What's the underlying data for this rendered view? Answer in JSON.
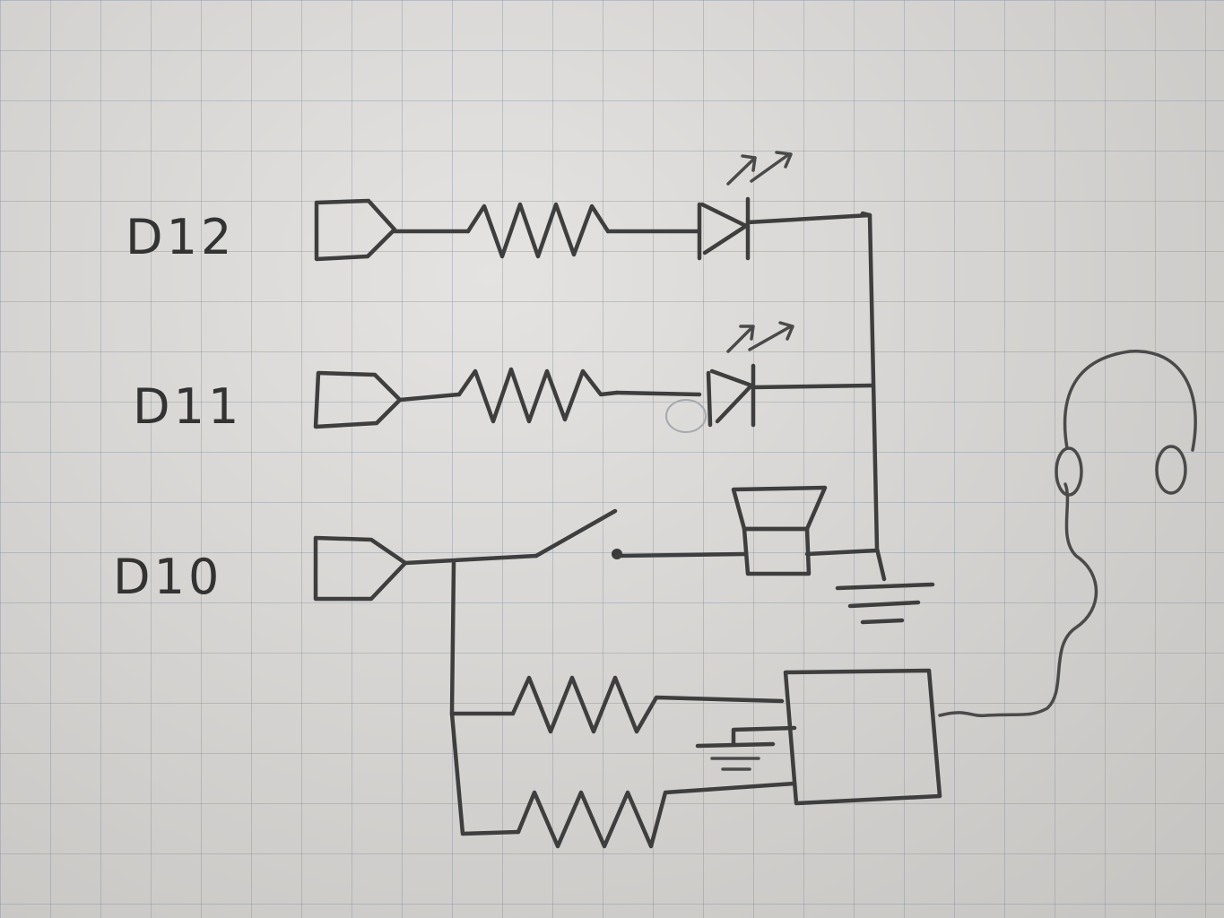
{
  "labels": {
    "pin_d12": "D12",
    "pin_d11": "D11",
    "pin_d10": "D10"
  },
  "colors": {
    "paper": "#d6d4d1",
    "grid": "#7887967f",
    "pencil": "#3e3e3e"
  }
}
